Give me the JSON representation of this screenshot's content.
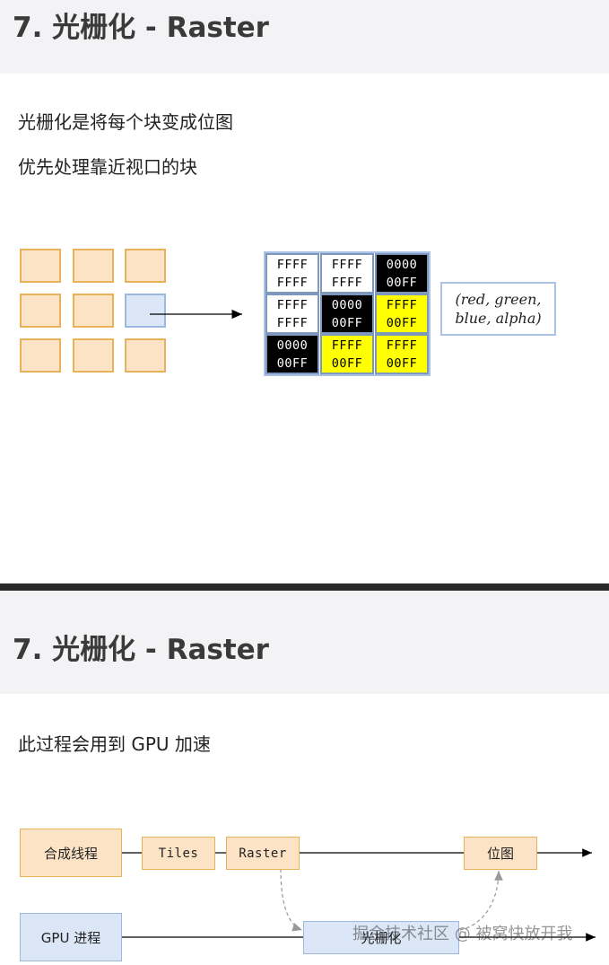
{
  "slide1": {
    "title": "7. 光栅化 - Raster",
    "lines": [
      "光栅化是将每个块变成位图",
      "优先处理靠近视口的块"
    ],
    "pixel_grid": [
      [
        {
          "top": "FFFF",
          "bottom": "FFFF",
          "color": "white"
        },
        {
          "top": "FFFF",
          "bottom": "FFFF",
          "color": "white"
        },
        {
          "top": "0000",
          "bottom": "00FF",
          "color": "black"
        }
      ],
      [
        {
          "top": "FFFF",
          "bottom": "FFFF",
          "color": "white"
        },
        {
          "top": "0000",
          "bottom": "00FF",
          "color": "black"
        },
        {
          "top": "FFFF",
          "bottom": "00FF",
          "color": "yellow"
        }
      ],
      [
        {
          "top": "0000",
          "bottom": "00FF",
          "color": "black"
        },
        {
          "top": "FFFF",
          "bottom": "00FF",
          "color": "yellow"
        },
        {
          "top": "FFFF",
          "bottom": "00FF",
          "color": "yellow"
        }
      ]
    ],
    "rgba_label": "(red, green,\nblue, alpha)",
    "colors": {
      "tile_fill": "#fde3c6",
      "tile_border": "#e8b15a",
      "highlight_fill": "#dbe6f6",
      "highlight_border": "#9bb8de",
      "yellow": "#ffff00"
    }
  },
  "slide2": {
    "title": "7. 光栅化 - Raster",
    "line": "此过程会用到 GPU 加速",
    "flow": {
      "compositor_thread": "合成线程",
      "tiles": "Tiles",
      "raster": "Raster",
      "bitmap": "位图",
      "gpu_process": "GPU 进程",
      "rasterize": "光栅化"
    },
    "watermark": "掘金技术社区 @ 被窝快放开我"
  }
}
